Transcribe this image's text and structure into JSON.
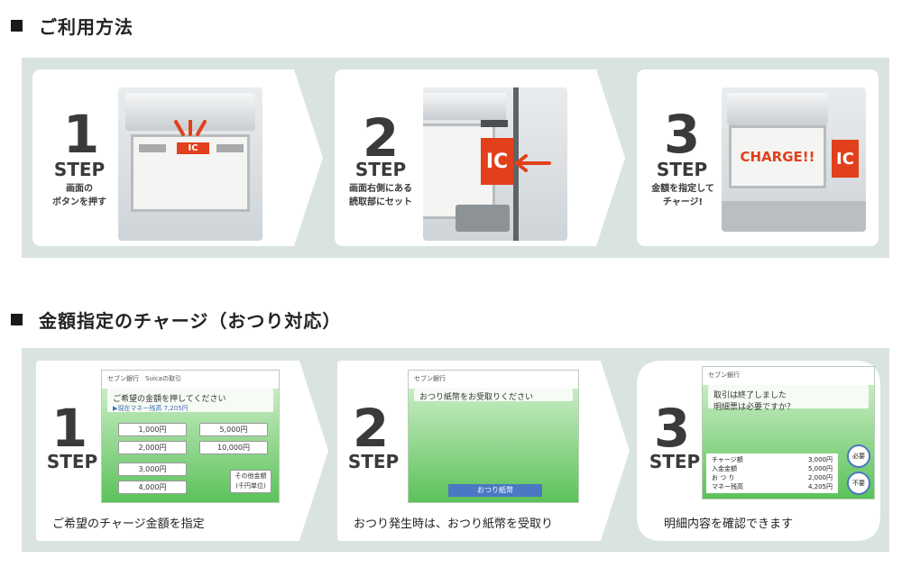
{
  "section1": {
    "title": "ご利用方法",
    "steps": [
      {
        "num": "1",
        "word": "STEP",
        "desc_line1": "画面の",
        "desc_line2": "ボタンを押す",
        "badge": "IC"
      },
      {
        "num": "2",
        "word": "STEP",
        "desc_line1": "画面右側にある",
        "desc_line2": "読取部にセット",
        "badge": "IC"
      },
      {
        "num": "3",
        "word": "STEP",
        "desc_line1": "金額を指定して",
        "desc_line2": "チャージ!",
        "badge": "IC",
        "screen_text": "CHARGE!!"
      }
    ]
  },
  "section2": {
    "title": "金額指定のチャージ（おつり対応）",
    "steps": [
      {
        "num": "1",
        "word": "STEP",
        "caption": "ご希望のチャージ金額を指定",
        "atm_header": "セブン銀行　Suicaの取引",
        "atm_msg": "ご希望の金額を押してください",
        "atm_sub": "▶現在マネー残高 7,205円",
        "amounts": [
          "1,000円",
          "5,000円",
          "2,000円",
          "10,000円",
          "3,000円",
          "4,000円"
        ],
        "other_amount_line1": "その他金額",
        "other_amount_line2": "(千円単位)"
      },
      {
        "num": "2",
        "word": "STEP",
        "caption": "おつり発生時は、おつり紙幣を受取り",
        "atm_header": "セブン銀行",
        "atm_msg": "おつり紙幣をお受取りください",
        "atm_button": "おつり紙幣"
      },
      {
        "num": "3",
        "word": "STEP",
        "caption": "明細内容を確認できます",
        "atm_header": "セブン銀行",
        "atm_msg_line1": "取引は終了しました",
        "atm_msg_line2": "明細票は必要ですか？",
        "rows": [
          {
            "label": "チャージ額",
            "value": "3,000円"
          },
          {
            "label": "入金金額",
            "value": "5,000円"
          },
          {
            "label": "お つ り",
            "value": "2,000円"
          },
          {
            "label": "マネー残高",
            "value": "4,205円"
          }
        ],
        "btn_yes": "必要",
        "btn_no": "不要"
      }
    ]
  },
  "colors": {
    "band": "#d9e3df",
    "ic_red": "#e2401c",
    "atm_green": "#5cc25a"
  }
}
